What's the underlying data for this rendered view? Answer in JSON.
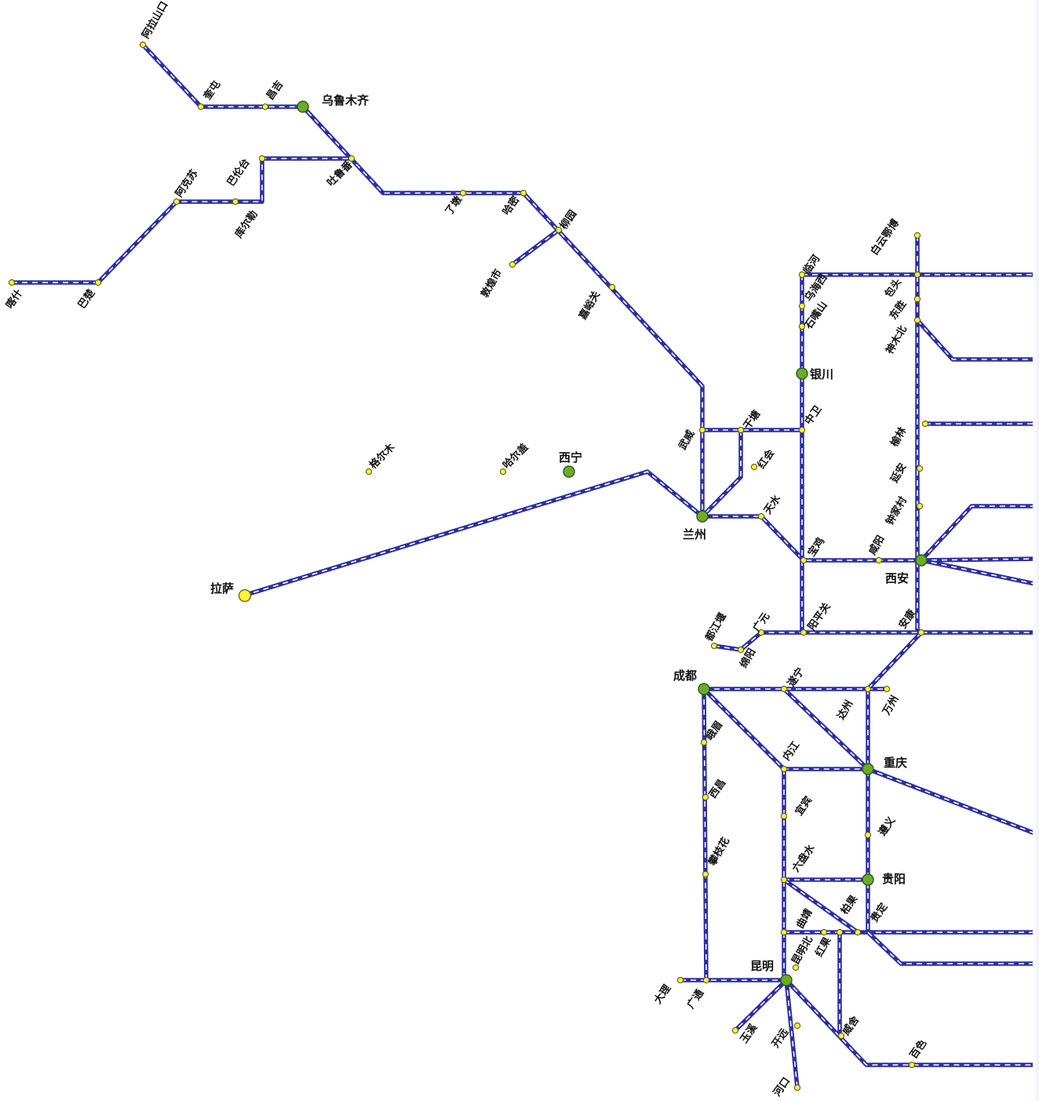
{
  "colors": {
    "rail": "#2b2fa0",
    "station": "#fff23a",
    "hub": "#6eaa2a"
  },
  "cities": {
    "alashankou": "阿拉山口",
    "kuitun": "奎屯",
    "changji": "昌吉",
    "urumqi": "乌鲁木齐",
    "turpan": "吐鲁番",
    "balunt": "巴伦台",
    "aksu": "阿克苏",
    "korla": "库尔勒",
    "kashi": "喀什",
    "bachu": "巴楚",
    "liaodun": "了墩",
    "hami": "哈密",
    "liuyuan": "柳园",
    "dunhuang": "敦煌市",
    "jiayuguan": "嘉峪关",
    "golmud": "格尔木",
    "haergai": "哈尔盖",
    "xining": "西宁",
    "lhasa": "拉萨",
    "wuwei": "武威",
    "gantang": "干塘",
    "honghui": "红会",
    "lanzhou": "兰州",
    "tianshui": "天水",
    "linhe": "临河",
    "wuhaixi": "乌海西",
    "shizuishan": "石嘴山",
    "yinchuan": "银川",
    "zhongwei": "中卫",
    "baoji": "宝鸡",
    "xianyang": "咸阳",
    "xian": "西安",
    "baiyunebo": "白云鄂博",
    "baotou": "包头",
    "dongsheng": "东胜",
    "shenmubei": "神木北",
    "yulin": "榆林",
    "yanan": "延安",
    "zhongjiacun": "钟家村",
    "yangpingguan": "阳平关",
    "ankang": "安康",
    "guangyuan": "广元",
    "dujiangyan": "都江堰",
    "mianyang": "绵阳",
    "chengdu": "成都",
    "suining": "遂宁",
    "dazhou": "达州",
    "wanzhou": "万州",
    "emei": "峨眉",
    "neijiang": "内江",
    "chongqing": "重庆",
    "xichang": "西昌",
    "yibin": "宜宾",
    "zunyi": "遵义",
    "panzhihua": "攀枝花",
    "liupanshui": "六盘水",
    "guiyang": "贵阳",
    "qujing": "曲靖",
    "baiguo": "柏果",
    "guiding": "贵定",
    "kunming": "昆明",
    "kunmingbei": "昆明北",
    "hongguo": "红果",
    "dali": "大理",
    "guangtong": "广通",
    "yuxi": "玉溪",
    "kaiyuan": "开远",
    "weishe": "威舍",
    "baise": "百色",
    "hekou": "河口"
  }
}
